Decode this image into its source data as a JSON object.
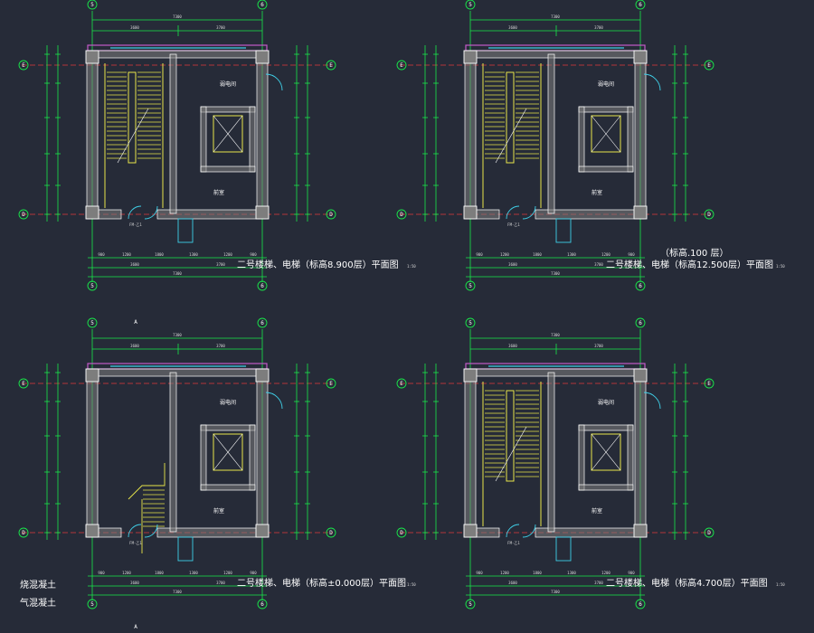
{
  "colors": {
    "background": "#262b38",
    "wall_outline": "#ffffff",
    "wall_fill": "#7d7d7d",
    "dimension": "#19e84a",
    "stair": "#e8e64a",
    "axis": "#e23b3b",
    "window": "#3fd0e8",
    "door": "#3fd0e8",
    "text": "#ffffff",
    "elevator": "#e8e64a",
    "parapet": "#c25ac8"
  },
  "grid_labels": {
    "col_left": "5",
    "col_right": "6",
    "row_top": "E",
    "row_bottom": "D"
  },
  "section_mark": "A",
  "room_labels": {
    "machine_room": "弱电间",
    "lobby_room": "前室",
    "fire_door": "FM-乙1"
  },
  "dims": {
    "overall": "7300",
    "left_bay": "3600",
    "right_bay": "3700",
    "bottom_chain": [
      "900",
      "1200",
      "1800",
      "1300",
      "1200",
      "900"
    ]
  },
  "panels": [
    {
      "title": "二号楼梯、电梯（标高8.900层）平面图",
      "scale": "1:50",
      "note": ""
    },
    {
      "title": "二号楼梯、电梯（标高12.500层）平面图",
      "scale": "1:50",
      "note": "（标高.100 层）"
    },
    {
      "title": "二号楼梯、电梯（标高±0.000层）平面图",
      "scale": "1:50",
      "note": ""
    },
    {
      "title": "二号楼梯、电梯（标高4.700层）平面图",
      "scale": "1:50",
      "note": ""
    }
  ],
  "legend": [
    "烧混凝土",
    "气混凝土"
  ]
}
